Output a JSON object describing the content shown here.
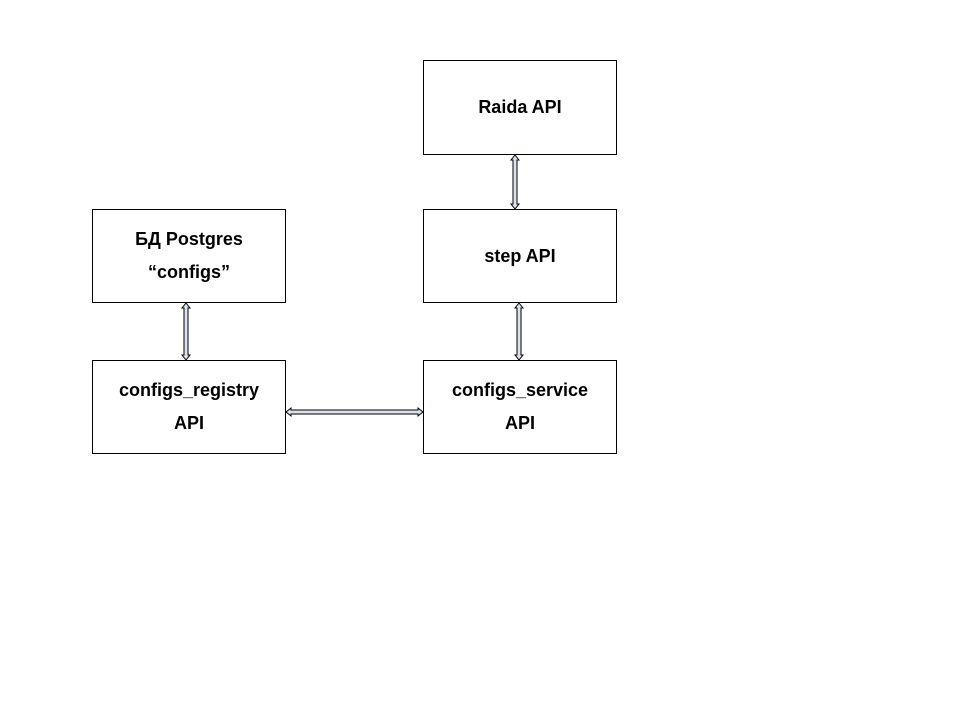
{
  "diagram": {
    "nodes": [
      {
        "id": "raida",
        "lines": [
          "Raida API"
        ]
      },
      {
        "id": "step",
        "lines": [
          "step API"
        ]
      },
      {
        "id": "postgres",
        "lines": [
          "БД Postgres",
          "“configs”"
        ]
      },
      {
        "id": "registry",
        "lines": [
          "configs_registry",
          "API"
        ]
      },
      {
        "id": "service",
        "lines": [
          "configs_service",
          "API"
        ]
      }
    ],
    "edges": [
      {
        "from": "raida",
        "to": "step",
        "direction": "both"
      },
      {
        "from": "step",
        "to": "service",
        "direction": "both"
      },
      {
        "from": "postgres",
        "to": "registry",
        "direction": "both"
      },
      {
        "from": "registry",
        "to": "service",
        "direction": "both"
      }
    ]
  },
  "colors": {
    "arrow_fill": "#dbe2ef",
    "stroke": "#000000",
    "background": "#ffffff"
  }
}
